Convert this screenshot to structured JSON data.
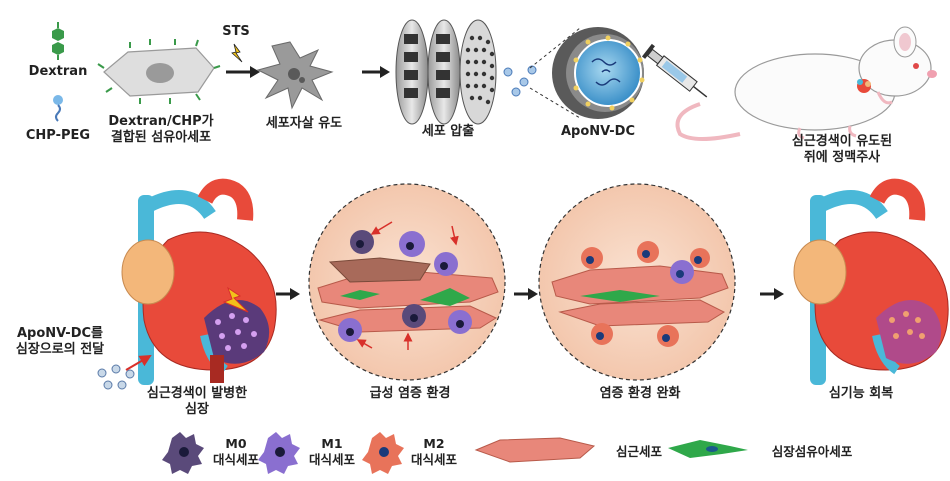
{
  "top": {
    "dextran_label": "Dextran",
    "chp_label": "CHP-PEG",
    "fibroblast_label_1": "Dextran/CHP가",
    "fibroblast_label_2": "결합된 섬유아세포",
    "sts_label": "STS",
    "apoptosis_label": "세포자살 유도",
    "extrusion_label": "세포 압출",
    "apoNV_label": "ApoNV-DC",
    "mouse_label_1": "심근경색이 유도된",
    "mouse_label_2": "쥐에 정맥주사"
  },
  "middle": {
    "delivery_label_1": "ApoNV-DC를",
    "delivery_label_2": "심장으로의 전달",
    "heart1_label_1": "심근경색이 발병한",
    "heart1_label_2": "심장",
    "acute_label": "급성 염증 환경",
    "relief_label": "염증 환경 완화",
    "recovery_label": "심기능 회복"
  },
  "legend": {
    "m0_title": "M0",
    "m0_sub": "대식세포",
    "m1_title": "M1",
    "m1_sub": "대식세포",
    "m2_title": "M2",
    "m2_sub": "대식세포",
    "cardiomyocyte": "심근세포",
    "cardiac_fibroblast": "심장섬유아세포"
  },
  "colors": {
    "m0": "#5a4a7a",
    "m1": "#8a6fd0",
    "m2": "#e8735a",
    "cardiomyocyte": "#e8877a",
    "fibroblast_green": "#2fa84a",
    "circle_fill": "#f7d5c0",
    "heart_red": "#e84a3a",
    "aorta_blue": "#4ab8d8",
    "heart_orange": "#f3b77a"
  }
}
